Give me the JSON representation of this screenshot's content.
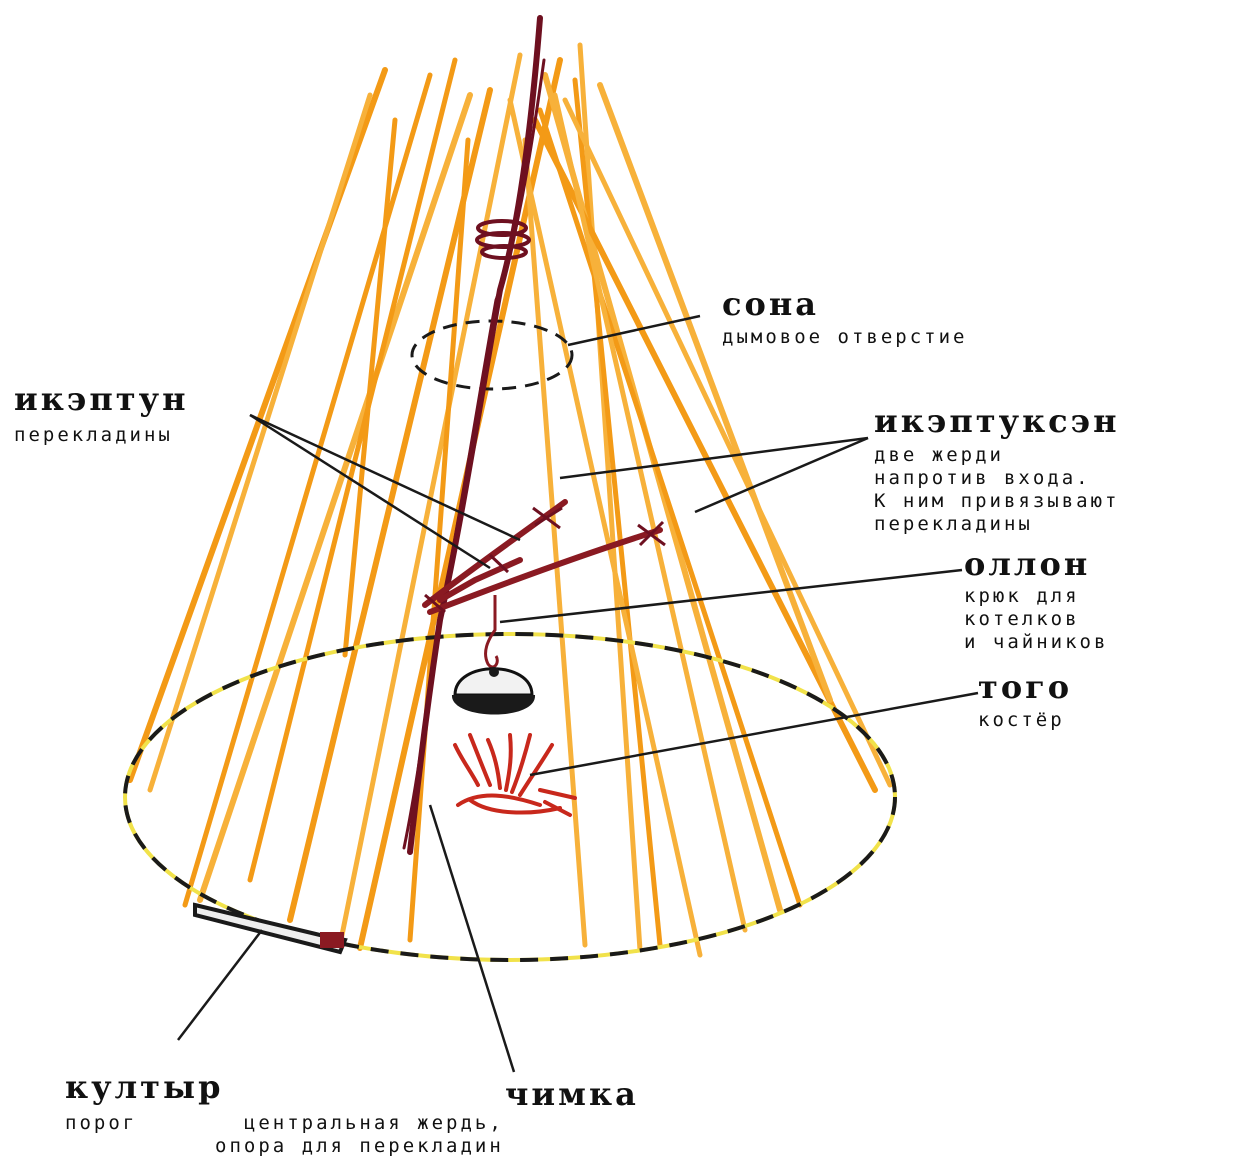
{
  "labels": {
    "sona": {
      "term": "сона",
      "desc": "дымовое отверстие"
    },
    "ikeptun": {
      "term": "икэптун",
      "desc": "перекладины"
    },
    "ikeptuksen": {
      "term": "икэптуксэн",
      "desc": "две жерди\nнапротив входа.\nК ним привязывают\nперекладины"
    },
    "ollon": {
      "term": "оллон",
      "desc": "крюк для\nкотелков\nи чайников"
    },
    "togo": {
      "term": "того",
      "desc": "костёр"
    },
    "kultyr": {
      "term": "култыр",
      "desc": "порог"
    },
    "chimka": {
      "term": "чимка",
      "desc": "центральная жердь,\nопора для перекладин"
    }
  },
  "colors": {
    "poles": "#f39a16",
    "poles_light": "#f7b13a",
    "central_pole": "#6e1020",
    "crossbars": "#8a1a22",
    "fire": "#c8281c",
    "base_ring_yellow": "#f1e24a",
    "dashes": "#1a1a1a",
    "leader_lines": "#1a1a1a"
  }
}
